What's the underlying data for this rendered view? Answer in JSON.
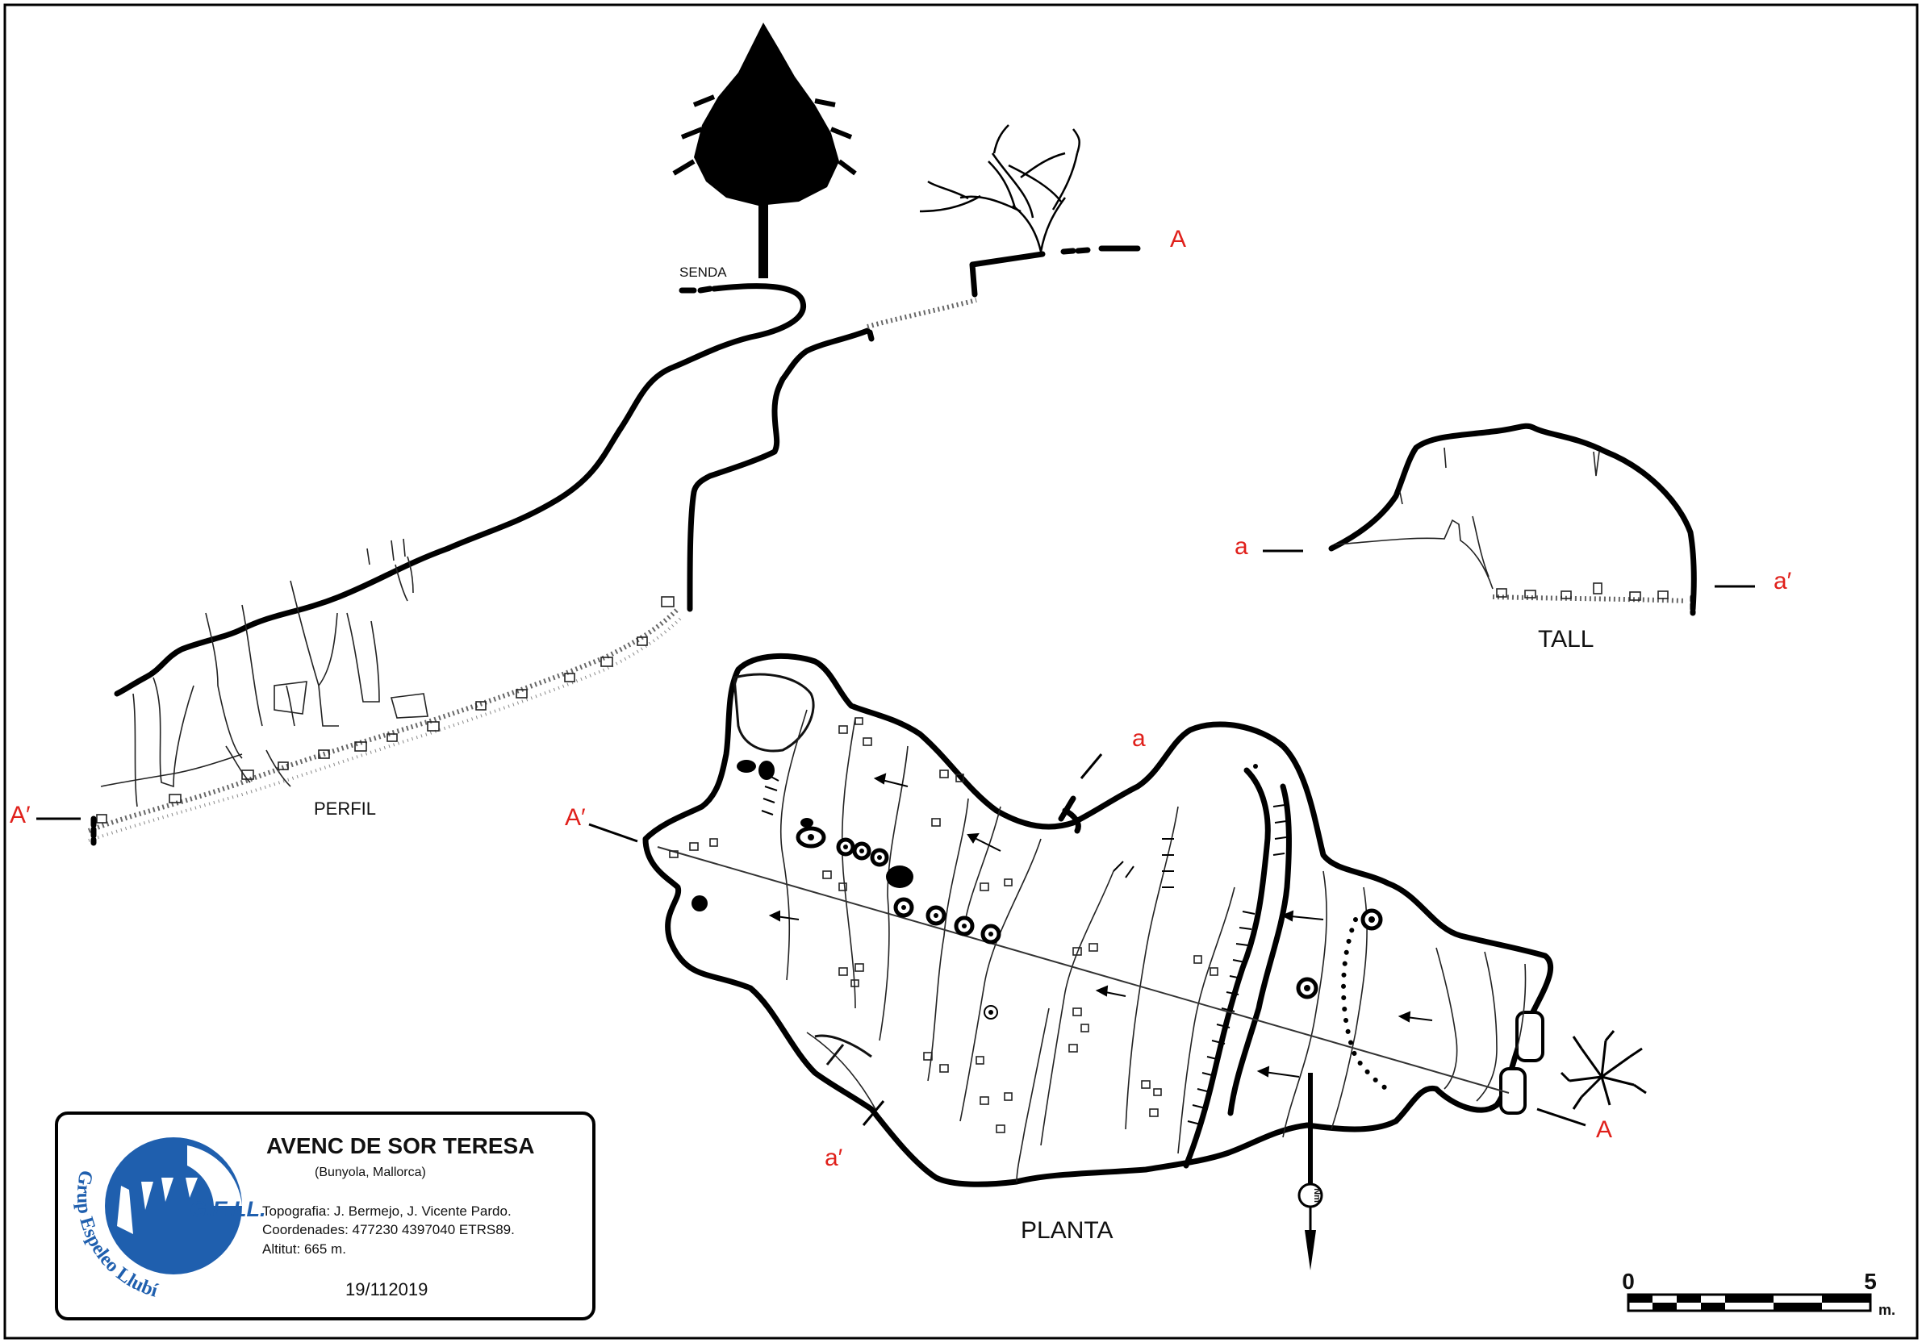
{
  "profile": {
    "title": "PERFIL",
    "senda_label": "SENDA",
    "marker_a_upper": "A",
    "marker_a_prime": "A′"
  },
  "section": {
    "title": "TALL",
    "marker_a_lower": "a",
    "marker_a_lower_prime": "a′"
  },
  "plan": {
    "title": "PLANTA",
    "marker_a_upper_right": "A",
    "marker_a_prime_left": "A′",
    "marker_a_lower_top": "a",
    "marker_a_lower_prime_bottom": "a′"
  },
  "info_box": {
    "cave_name": "AVENC DE SOR TERESA",
    "location": "(Bunyola, Mallorca)",
    "topography": "Topografia: J. Bermejo, J. Vicente Pardo.",
    "coordinates": "Coordenades: 477230 4397040 ETRS89.",
    "altitude": "Altitut: 665 m.",
    "date": "19/112019",
    "logo_text": "G.E.LL.",
    "logo_arc_text": "Grup Espeleo Llubí",
    "logo_color": "#1f5fae"
  },
  "north": {
    "label": "Nm"
  },
  "scale_bar": {
    "start": "0",
    "end": "5",
    "unit": "m."
  }
}
